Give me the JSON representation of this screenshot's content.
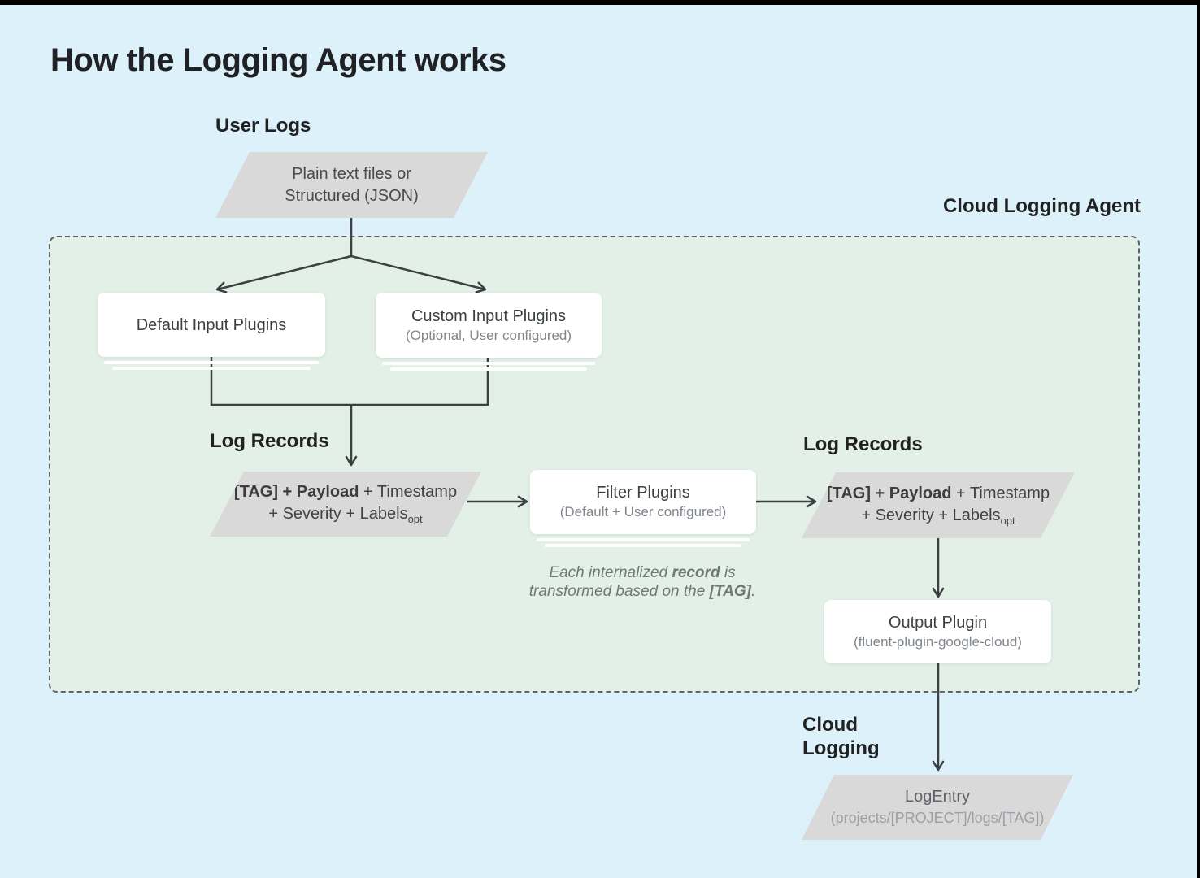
{
  "page": {
    "title": "How the Logging Agent works"
  },
  "labels": {
    "user_logs": "User Logs",
    "cloud_logging_agent": "Cloud Logging Agent",
    "log_records_left": "Log Records",
    "log_records_right": "Log Records",
    "cloud_logging_line1": "Cloud",
    "cloud_logging_line2": "Logging"
  },
  "nodes": {
    "user_logs_input": {
      "line1": "Plain text files or",
      "line2": "Structured (JSON)"
    },
    "default_input_plugins": {
      "title": "Default Input Plugins"
    },
    "custom_input_plugins": {
      "title": "Custom Input Plugins",
      "subtitle": "(Optional, User configured)"
    },
    "filter_plugins": {
      "title": "Filter Plugins",
      "subtitle": "(Default + User configured)"
    },
    "output_plugin": {
      "title": "Output Plugin",
      "subtitle": "(fluent-plugin-google-cloud)"
    },
    "log_record_left": {
      "line1_bold": "[TAG] + Payload",
      "line1_rest": " + Timestamp",
      "line2_text": "+ Severity + Labels",
      "line2_sub": "opt"
    },
    "log_record_right": {
      "line1_bold": "[TAG] + Payload",
      "line1_rest": " + Timestamp",
      "line2_text": "+ Severity + Labels",
      "line2_sub": "opt"
    },
    "log_entry": {
      "title": "LogEntry",
      "subtitle": "(projects/[PROJECT]/logs/[TAG])"
    }
  },
  "note": {
    "line1_pre": "Each internalized ",
    "line1_bold": "record",
    "line1_post": " is",
    "line2_pre": "transformed based on the ",
    "line2_bold": "[TAG]",
    "line2_post": "."
  },
  "colors": {
    "background": "#ddf1fb",
    "agent_zone": "#e2f0e7",
    "agent_border": "#5f6368",
    "shape_gray": "#d9d9d9",
    "node_white": "#ffffff",
    "line": "#3c4043",
    "title_text": "#202124",
    "node_title_text": "#3c4043",
    "node_subtitle_text": "#80868b",
    "frame_black": "#000000"
  }
}
